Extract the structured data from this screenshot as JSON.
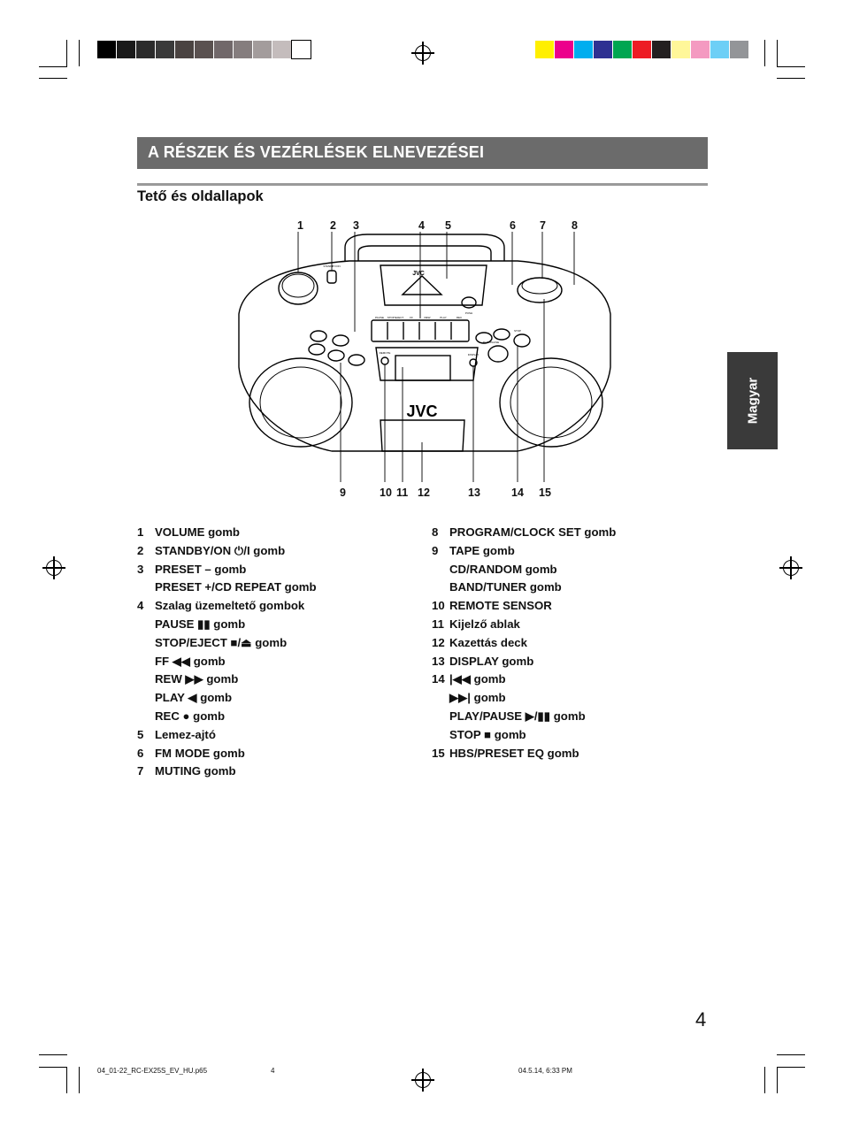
{
  "header": {
    "title": "A RÉSZEK ÉS VEZÉRLÉSEK ELNEVEZÉSEI"
  },
  "subtitle": "Tető és oldallapok",
  "side_tab": "Magyar",
  "callouts_top": [
    "1",
    "2",
    "3",
    "4",
    "5",
    "6",
    "7",
    "8"
  ],
  "callouts_bottom": [
    "9",
    "10",
    "11",
    "12",
    "13",
    "14",
    "15"
  ],
  "device": {
    "brand_top": "JVC",
    "brand_front": "JVC",
    "standby_label": "STANDBY/ON",
    "deck_labels": [
      "PAUSE",
      "STOP/EJECT",
      "FF",
      "REW",
      "PLAY",
      "REC"
    ],
    "display_label": "DISPLAY",
    "remote_label": "REMOTE",
    "play_pause_label": "PLAY/PAUSE",
    "stop_label": "STOP",
    "push_label": "PUSH"
  },
  "left_list": [
    {
      "num": "1",
      "label": "VOLUME gomb"
    },
    {
      "num": "2",
      "label": "STANDBY/ON ⏻/I gomb"
    },
    {
      "num": "3",
      "label": "PRESET – gomb"
    },
    {
      "num": "",
      "label": "PRESET +/CD REPEAT gomb"
    },
    {
      "num": "4",
      "label": "Szalag üzemeltető gombok"
    },
    {
      "num": "",
      "label": "PAUSE ▮▮ gomb"
    },
    {
      "num": "",
      "label": "STOP/EJECT ■/⏏ gomb"
    },
    {
      "num": "",
      "label": "FF ◀◀  gomb"
    },
    {
      "num": "",
      "label": "REW ▶▶ gomb"
    },
    {
      "num": "",
      "label": "PLAY ◀ gomb"
    },
    {
      "num": "",
      "label": "REC ● gomb"
    },
    {
      "num": "5",
      "label": "Lemez-ajtó"
    },
    {
      "num": "6",
      "label": "FM MODE gomb"
    },
    {
      "num": "7",
      "label": "MUTING gomb"
    }
  ],
  "right_list": [
    {
      "num": "8",
      "label": "PROGRAM/CLOCK SET gomb"
    },
    {
      "num": "9",
      "label": "TAPE gomb"
    },
    {
      "num": "",
      "label": "CD/RANDOM gomb"
    },
    {
      "num": "",
      "label": "BAND/TUNER gomb"
    },
    {
      "num": "10",
      "label": "REMOTE SENSOR"
    },
    {
      "num": "11",
      "label": "Kijelző ablak"
    },
    {
      "num": "12",
      "label": "Kazettás deck"
    },
    {
      "num": "13",
      "label": "DISPLAY gomb"
    },
    {
      "num": "14",
      "label": "|◀◀ gomb"
    },
    {
      "num": "",
      "label": "▶▶| gomb"
    },
    {
      "num": "",
      "label": "PLAY/PAUSE ▶/▮▮ gomb"
    },
    {
      "num": "",
      "label": "STOP ■ gomb"
    },
    {
      "num": "15",
      "label": "HBS/PRESET EQ gomb"
    }
  ],
  "page_number": "4",
  "footer": {
    "file": "04_01-22_RC-EX25S_EV_HU.p65",
    "page": "4",
    "datetime": "04.5.14, 6:33 PM"
  },
  "colors": {
    "grayscale": [
      "#000000",
      "#1a1a1a",
      "#2b2b2b",
      "#3a3a3a",
      "#4a4341",
      "#5a5150",
      "#71686a",
      "#857d7e",
      "#a39c9c",
      "#c4bcbc",
      "#ffffff"
    ],
    "process": [
      "#ffef00",
      "#ec008c",
      "#00aeef",
      "#2e3192",
      "#00a651",
      "#ed1c24",
      "#231f20",
      "#fff799",
      "#f49ac1",
      "#6dcff6",
      "#939598"
    ],
    "header_bar": "#6b6b6b",
    "side_tab": "#3a3a3a"
  }
}
